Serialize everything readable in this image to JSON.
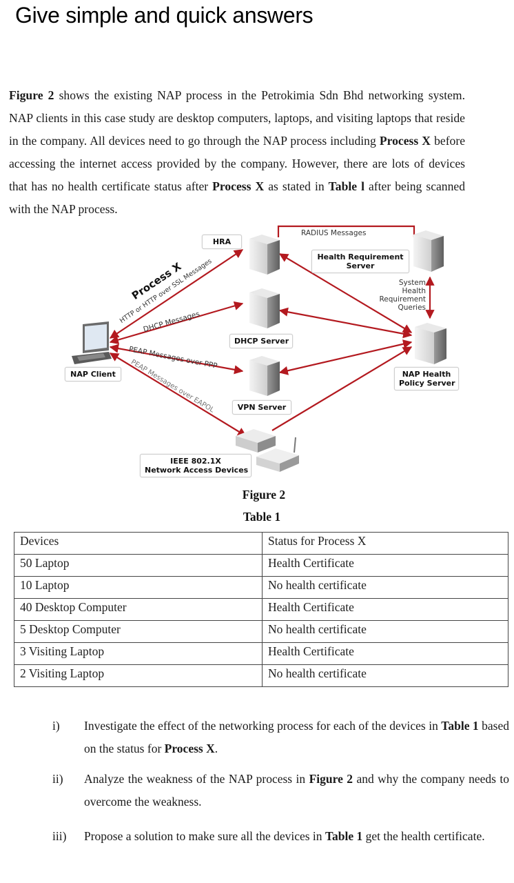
{
  "heading": "Give simple and quick answers",
  "intro": {
    "segments": [
      {
        "text": "Figure 2",
        "bold": true
      },
      {
        "text": " shows the existing NAP process in the Petrokimia Sdn Bhd networking system. NAP clients in this case study are desktop computers, laptops, and visiting laptops that reside in the company. All devices need to go through the NAP process including ",
        "bold": false
      },
      {
        "text": "Process X",
        "bold": true
      },
      {
        "text": " before accessing the internet access provided by the company. However, there are lots of devices that has no health certificate status after ",
        "bold": false
      },
      {
        "text": "Process X",
        "bold": true
      },
      {
        "text": " as stated in ",
        "bold": false
      },
      {
        "text": "Table l",
        "bold": true
      },
      {
        "text": " after being scanned with the NAP process.",
        "bold": false
      }
    ]
  },
  "diagram": {
    "nodes": {
      "hra": "HRA",
      "health_requirement_server": [
        "Health Requirement",
        "Server"
      ],
      "dhcp_server": "DHCP Server",
      "vpn_server": "VPN Server",
      "nap_client": "NAP Client",
      "nap_health_policy_server": [
        "NAP Health",
        "Policy Server"
      ],
      "ieee_devices": [
        "IEEE 802.1X",
        "Network Access Devices"
      ]
    },
    "edge_labels": {
      "process_x": "Process X",
      "http_ssl": "HTTP or HTTP over SSL Messages",
      "dhcp_messages": "DHCP Messages",
      "peap_ppp": "PEAP Messages over PPP",
      "peap_eapol": "PEAP Messages over EAPOL",
      "radius": "RADIUS Messages",
      "system_health": [
        "System",
        "Health",
        "Requirement",
        "Queries"
      ]
    },
    "colors": {
      "arrow": "#b3191f",
      "server_light": "#e8e8e8",
      "server_dark": "#7a7a7a"
    }
  },
  "figure_caption": "Figure 2",
  "table_caption": "Table 1",
  "table": {
    "headers": [
      "Devices",
      "Status for Process X"
    ],
    "rows": [
      [
        "50 Laptop",
        "Health Certificate"
      ],
      [
        "10 Laptop",
        "No health certificate"
      ],
      [
        "40 Desktop Computer",
        "Health Certificate"
      ],
      [
        "5 Desktop Computer",
        "No health certificate"
      ],
      [
        "3 Visiting Laptop",
        "Health Certificate"
      ],
      [
        "2 Visiting Laptop",
        "No health certificate"
      ]
    ]
  },
  "questions": [
    {
      "num": "i)",
      "segments": [
        {
          "text": "Investigate the effect of the networking process for each of the devices in ",
          "bold": false
        },
        {
          "text": "Table 1",
          "bold": true
        },
        {
          "text": " based on the status for ",
          "bold": false
        },
        {
          "text": "Process X",
          "bold": true
        },
        {
          "text": ".",
          "bold": false
        }
      ]
    },
    {
      "num": "ii)",
      "segments": [
        {
          "text": "Analyze the weakness of the NAP process in ",
          "bold": false
        },
        {
          "text": "Figure 2",
          "bold": true
        },
        {
          "text": " and why the company needs to overcome the weakness.",
          "bold": false
        }
      ]
    },
    {
      "num": "iii)",
      "segments": [
        {
          "text": "Propose a solution to make sure all the devices in ",
          "bold": false
        },
        {
          "text": "Table 1",
          "bold": true
        },
        {
          "text": " get the health certificate.",
          "bold": false
        }
      ]
    }
  ]
}
